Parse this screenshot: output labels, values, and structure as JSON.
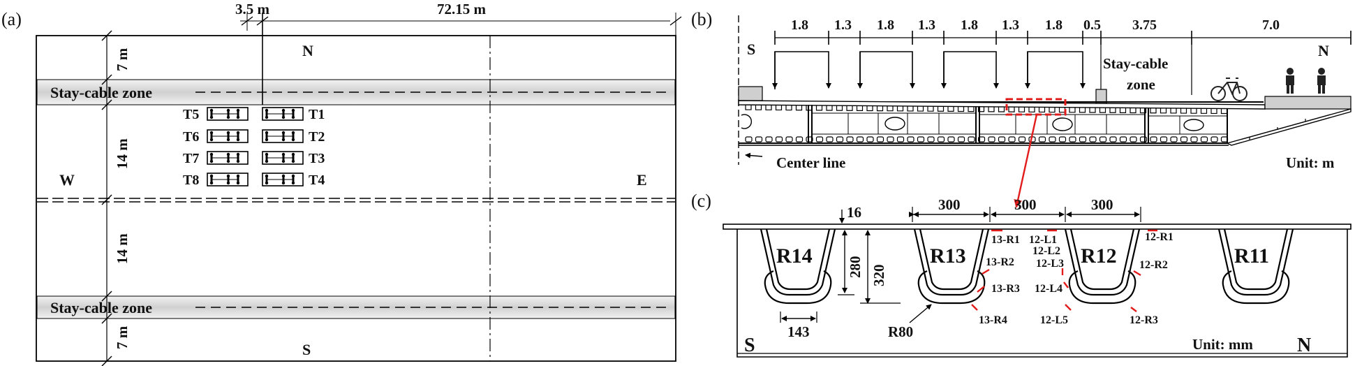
{
  "panel_a": {
    "label": "(a)",
    "dim_left": "3.5 m",
    "dim_right": "72.15 m",
    "north": "N",
    "south": "S",
    "west": "W",
    "east": "E",
    "lane_7m_top": "7 m",
    "lane_14m_a": "14 m",
    "lane_14m_b": "14 m",
    "lane_7m_bottom": "7 m",
    "stay_cable_top": "Stay-cable zone",
    "stay_cable_bottom": "Stay-cable zone",
    "trucks_west": [
      "T5",
      "T6",
      "T7",
      "T8"
    ],
    "trucks_east": [
      "T1",
      "T2",
      "T3",
      "T4"
    ]
  },
  "panel_b": {
    "label": "(b)",
    "dims": [
      "1.8",
      "1.3",
      "1.8",
      "1.3",
      "1.8",
      "1.3",
      "1.8",
      "0.5",
      "3.75",
      "7.0"
    ],
    "south": "S",
    "north": "N",
    "stay_cable_line1": "Stay-cable",
    "stay_cable_line2": "zone",
    "center_line": "Center line",
    "unit": "Unit: m"
  },
  "panel_c": {
    "label": "(c)",
    "rib_spacing": [
      "300",
      "300",
      "300"
    ],
    "plate_thickness": "16",
    "height_280": "280",
    "height_320": "320",
    "bottom_width": "143",
    "radius": "R80",
    "ribs": [
      "R14",
      "R13",
      "R12",
      "R11"
    ],
    "gauges": [
      "13-R1",
      "13-R2",
      "13-R3",
      "13-R4",
      "12-L1",
      "12-L2",
      "12-L3",
      "12-L4",
      "12-L5",
      "12-R1",
      "12-R2",
      "12-R3"
    ],
    "south": "S",
    "north": "N",
    "unit": "Unit: mm"
  },
  "colors": {
    "highlight": "#e21b1b",
    "zone_fill": "#d9d9d9"
  }
}
